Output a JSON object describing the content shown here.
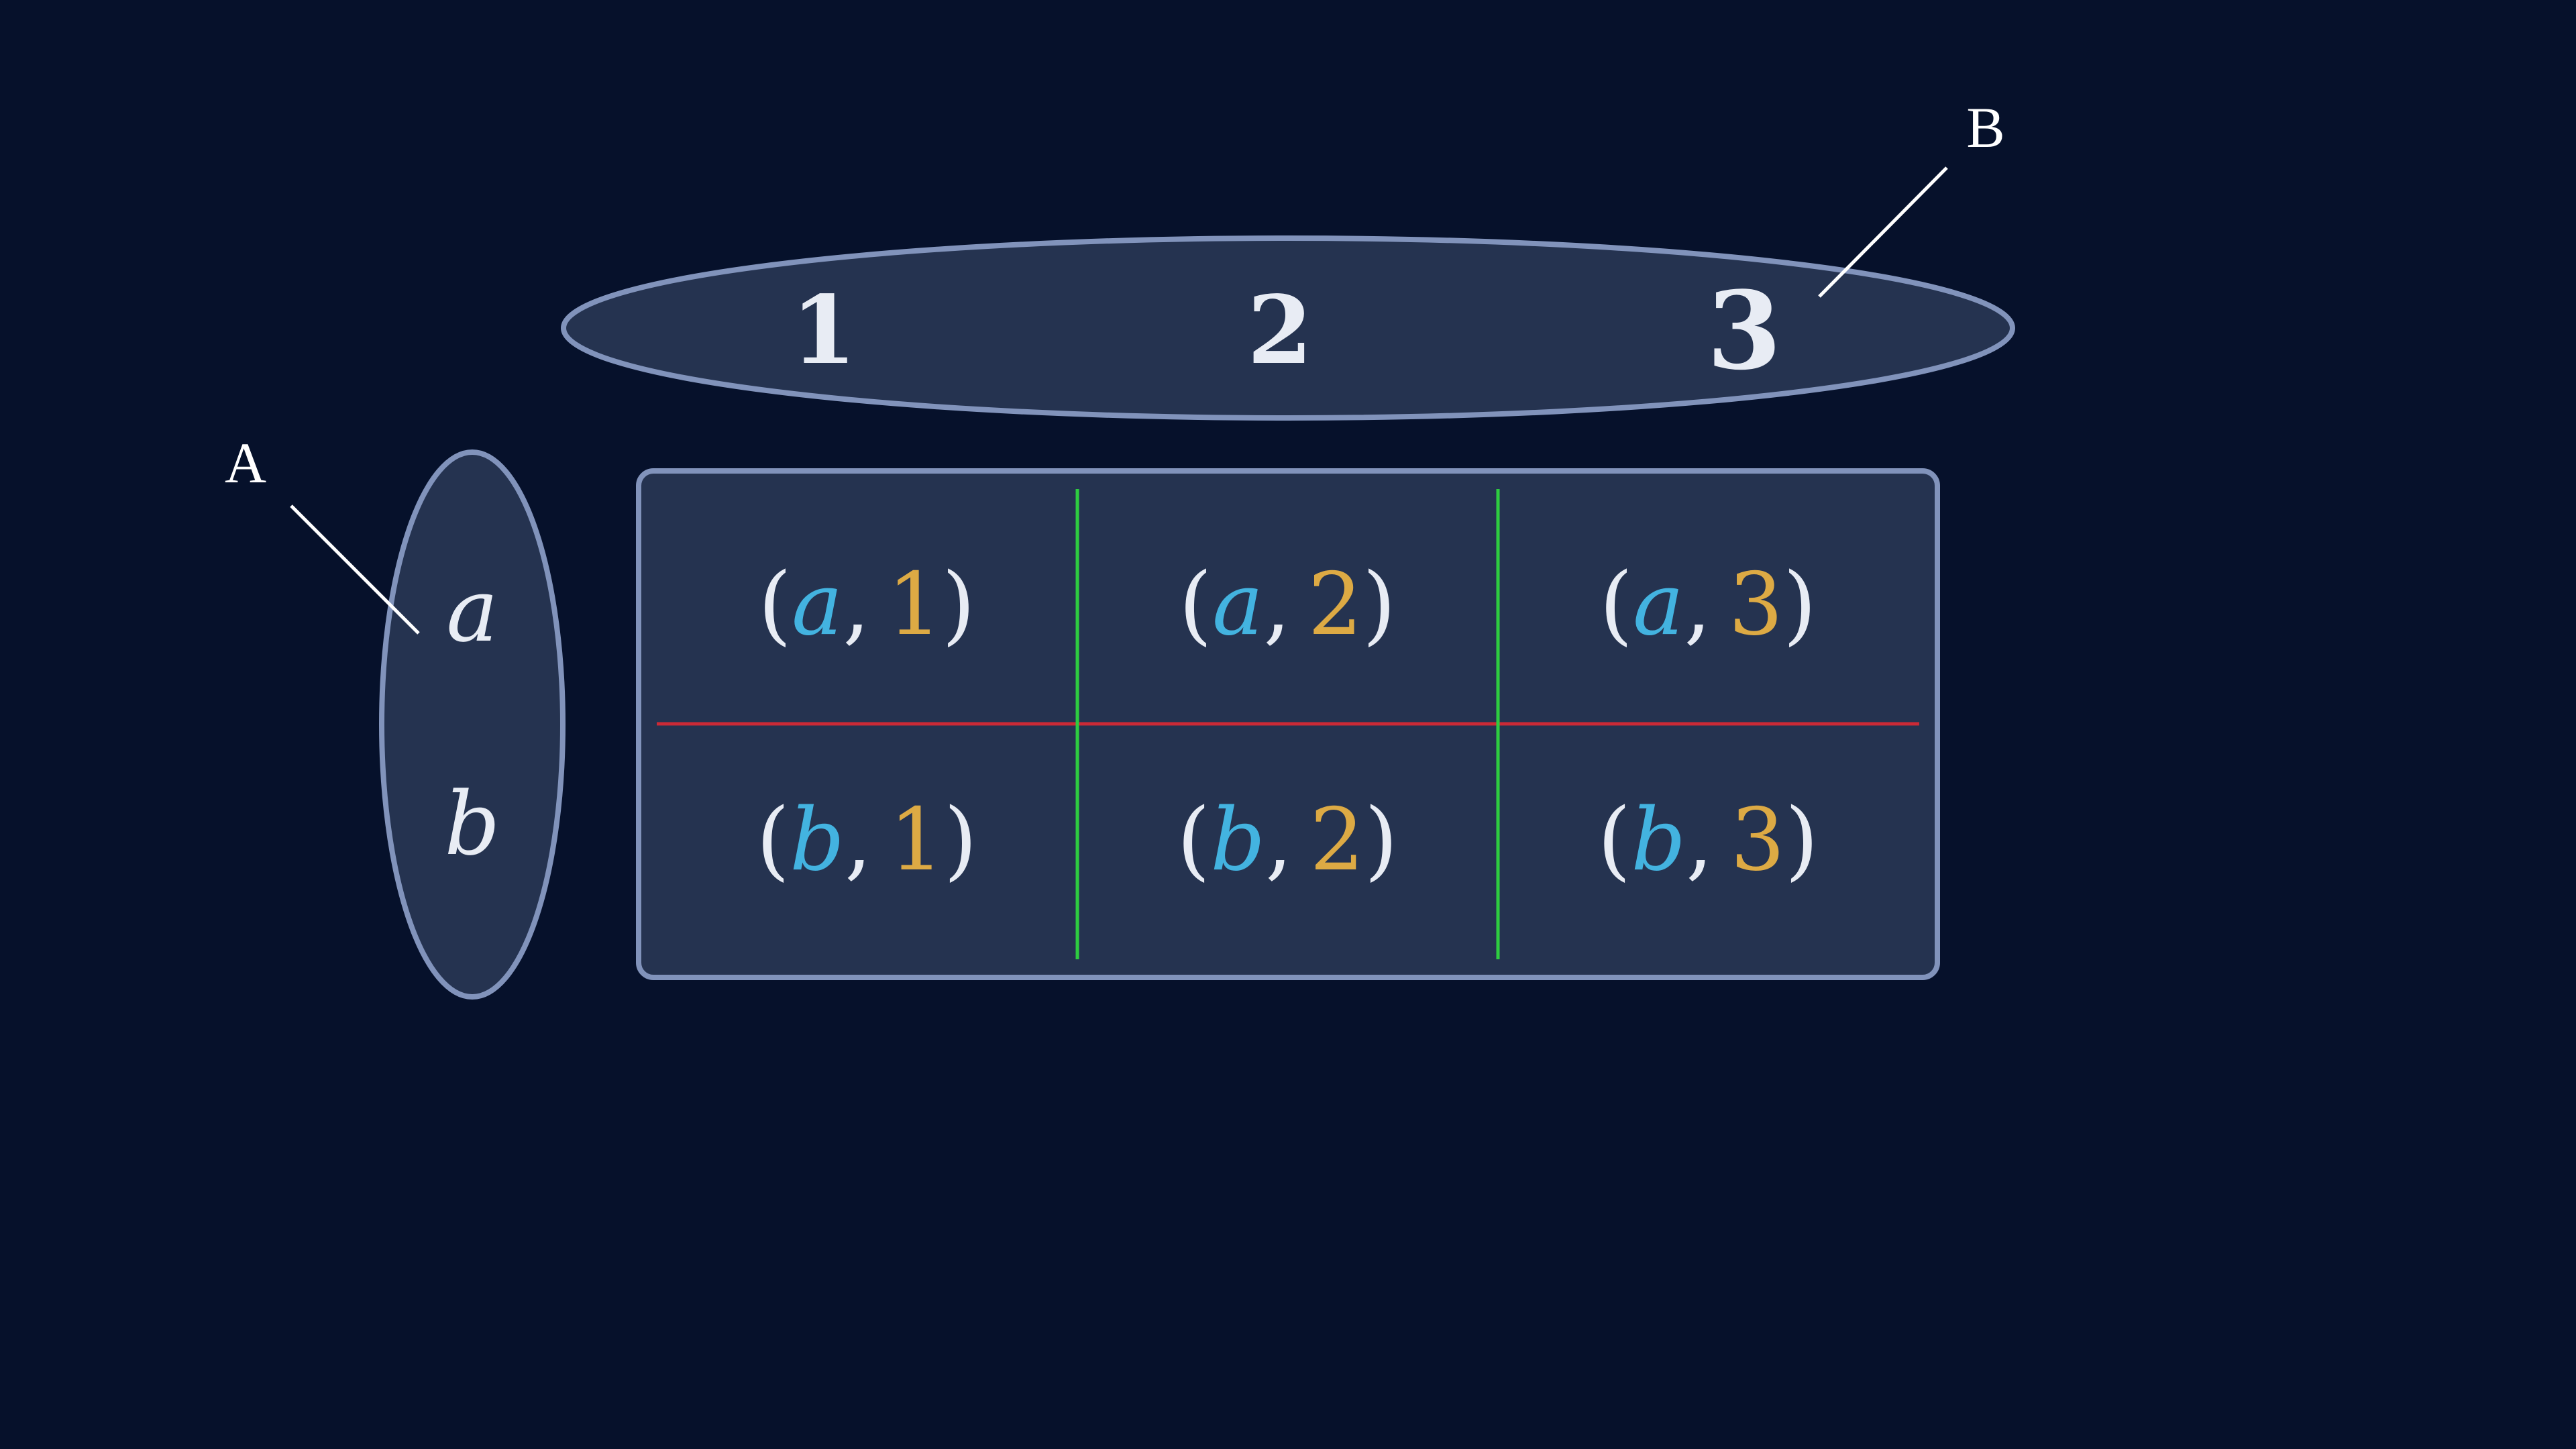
{
  "colors": {
    "background": "#06112b",
    "shape_fill": "#253350",
    "shape_stroke": "#8193bb",
    "text": "#e8ecf4",
    "first_component": "#43b3e0",
    "second_component": "#ddaa44",
    "row_divider": "#cc2a36",
    "column_divider": "#2ecc40",
    "pointer_line": "#ffffff"
  },
  "set_a": {
    "label": "A",
    "elements": [
      "a",
      "b"
    ]
  },
  "set_b": {
    "label": "B",
    "elements": [
      "1",
      "2",
      "3"
    ]
  },
  "product": {
    "rows": [
      [
        {
          "first": "a",
          "second": "1"
        },
        {
          "first": "a",
          "second": "2"
        },
        {
          "first": "a",
          "second": "3"
        }
      ],
      [
        {
          "first": "b",
          "second": "1"
        },
        {
          "first": "b",
          "second": "2"
        },
        {
          "first": "b",
          "second": "3"
        }
      ]
    ]
  }
}
